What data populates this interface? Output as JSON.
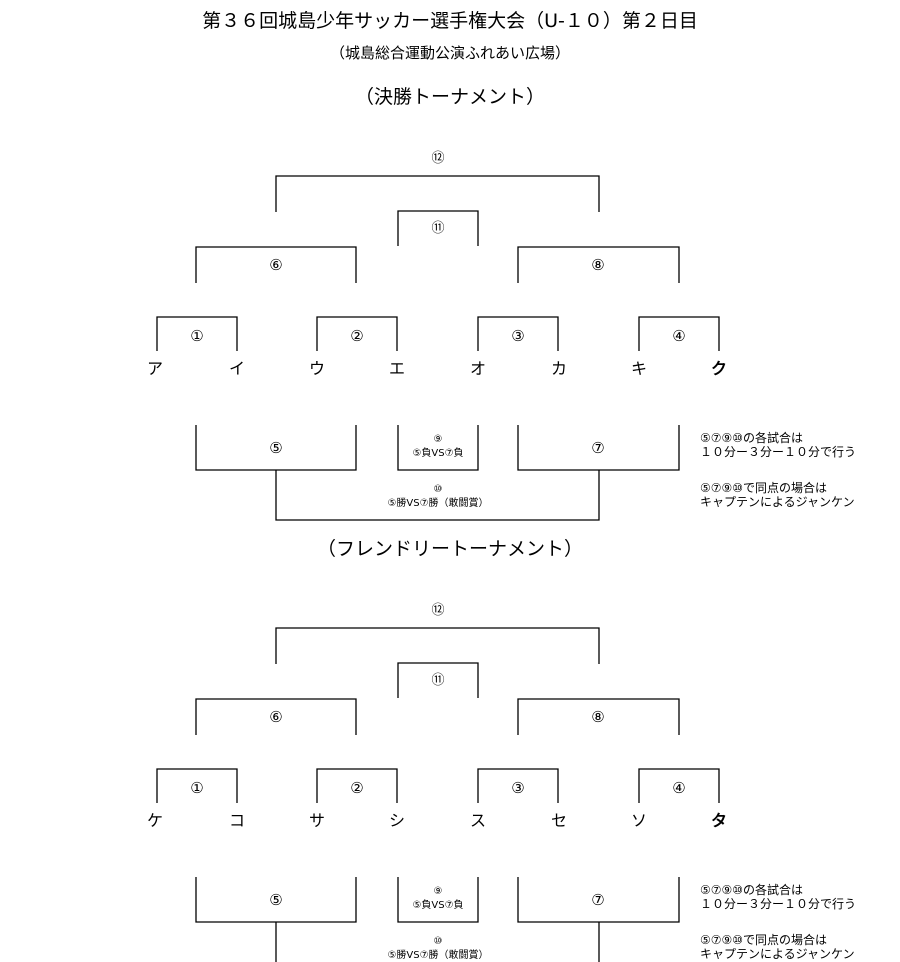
{
  "header": {
    "title": "第３６回城島少年サッカー選手権大会（U-１０）第２日目",
    "venue": "（城島総合運動公演ふれあい広場）"
  },
  "brackets": [
    {
      "heading": "（決勝トーナメント）",
      "teams": [
        "ア",
        "イ",
        "ウ",
        "エ",
        "オ",
        "カ",
        "キ",
        "ク"
      ],
      "matches": {
        "m1": "①",
        "m2": "②",
        "m3": "③",
        "m4": "④",
        "m5": "⑤",
        "m6": "⑥",
        "m7": "⑦",
        "m8": "⑧",
        "m11": "⑪",
        "m12": "⑫"
      },
      "match9": {
        "no": "⑨",
        "desc": "⑤負VS⑦負"
      },
      "match10": {
        "no": "⑩",
        "desc": "⑤勝VS⑦勝（敢闘賞）"
      },
      "notes": {
        "rule1_line1": "⑤⑦⑨⑩の各試合は",
        "rule1_line2": "１０分ー３分ー１０分で行う",
        "rule2_line1": "⑤⑦⑨⑩で同点の場合は",
        "rule2_line2": "キャプテンによるジャンケン"
      }
    },
    {
      "heading": "（フレンドリートーナメント）",
      "teams": [
        "ケ",
        "コ",
        "サ",
        "シ",
        "ス",
        "セ",
        "ソ",
        "タ"
      ],
      "matches": {
        "m1": "①",
        "m2": "②",
        "m3": "③",
        "m4": "④",
        "m5": "⑤",
        "m6": "⑥",
        "m7": "⑦",
        "m8": "⑧",
        "m11": "⑪",
        "m12": "⑫"
      },
      "match9": {
        "no": "⑨",
        "desc": "⑤負VS⑦負"
      },
      "match10": {
        "no": "⑩",
        "desc": "⑤勝VS⑦勝（敢闘賞）"
      },
      "notes": {
        "rule1_line1": "⑤⑦⑨⑩の各試合は",
        "rule1_line2": "１０分ー３分ー１０分で行う",
        "rule2_line1": "⑤⑦⑨⑩で同点の場合は",
        "rule2_line2": "キャプテンによるジャンケン"
      }
    }
  ]
}
